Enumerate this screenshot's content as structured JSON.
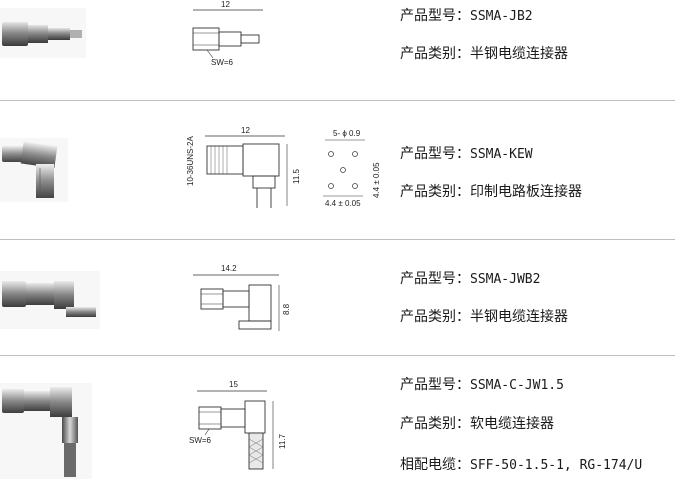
{
  "products": [
    {
      "model_label": "产品型号：",
      "model": "SSMA-JB2",
      "category_label": "产品类别：",
      "category": "半钢电缆连接器",
      "drawing": {
        "dim_width": "12",
        "wrench": "SW=6"
      }
    },
    {
      "model_label": "产品型号：",
      "model": "SSMA-KEW",
      "category_label": "产品类别：",
      "category": "印制电路板连接器",
      "drawing": {
        "dim_width": "12",
        "thread": "10-36UNS-2A",
        "dim_height": "11.5",
        "holes": "5- ϕ 0.9",
        "pitch_v": "4.4 ± 0.05",
        "pitch_h": "4.4 ± 0.05"
      }
    },
    {
      "model_label": "产品型号：",
      "model": "SSMA-JWB2",
      "category_label": "产品类别：",
      "category": "半钢电缆连接器",
      "drawing": {
        "dim_width": "14.2",
        "dim_height": "8.8"
      }
    },
    {
      "model_label": "产品型号：",
      "model": "SSMA-C-JW1.5",
      "category_label": "产品类别：",
      "category": "软电缆连接器",
      "cable_label": "相配电缆：",
      "cable": "SFF-50-1.5-1, RG-174/U",
      "drawing": {
        "dim_width": "15",
        "wrench": "SW=6",
        "dim_height": "11.7"
      }
    }
  ]
}
